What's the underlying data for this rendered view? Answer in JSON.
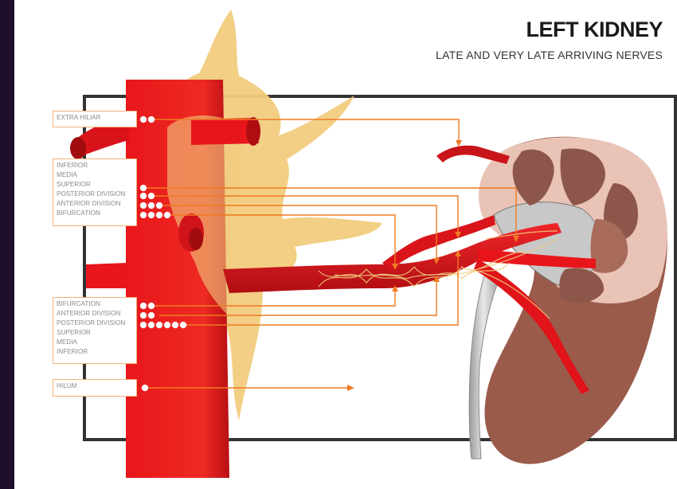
{
  "header": {
    "title": "LEFT KIDNEY",
    "subtitle": "LATE AND VERY LATE ARRIVING NERVES"
  },
  "labels": {
    "extra_hiliar": "EXTRA HILIAR",
    "upper_group": [
      "INFERIOR",
      "MEDIA",
      "SUPERIOR",
      "POSTERIOR DIVISION",
      "ANTERIOR DIVISION",
      "BIFURCATION"
    ],
    "lower_group": [
      "BIFURCATION",
      "ANTERIOR DIVISION",
      "POSTERIOR DIVISION",
      "SUPERIOR",
      "MEDIA",
      "INFERIOR"
    ],
    "hilum": "HILUM"
  },
  "colors": {
    "artery": "#e8161b",
    "artery_dark": "#b00d12",
    "ganglion": "#f1cc7e",
    "nerve": "#f07a22",
    "kidney_cortex": "#e9c3b6",
    "kidney_medulla": "#8c574a",
    "kidney_lower": "#9a5b4b",
    "frame": "#333333"
  }
}
